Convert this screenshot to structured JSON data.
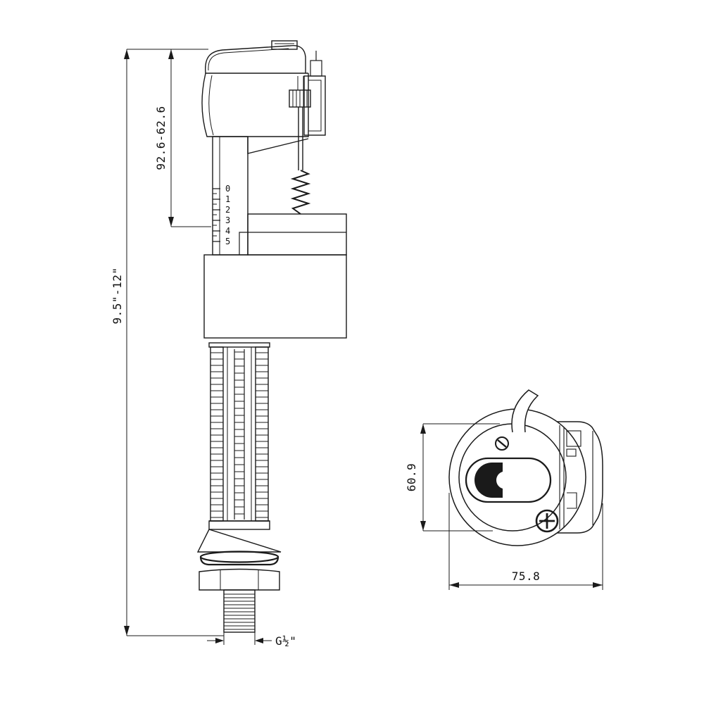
{
  "dimensions": {
    "overall_height": "9.5\"-12\"",
    "float_adjustment": "92.6-62.6",
    "top_view_height": "60.9",
    "top_view_width": "75.8",
    "thread_size": "G½\""
  },
  "scale_marks": [
    "0",
    "1",
    "2",
    "3",
    "4",
    "5"
  ],
  "colors": {
    "line": "#1a1a1a",
    "background": "#ffffff"
  }
}
